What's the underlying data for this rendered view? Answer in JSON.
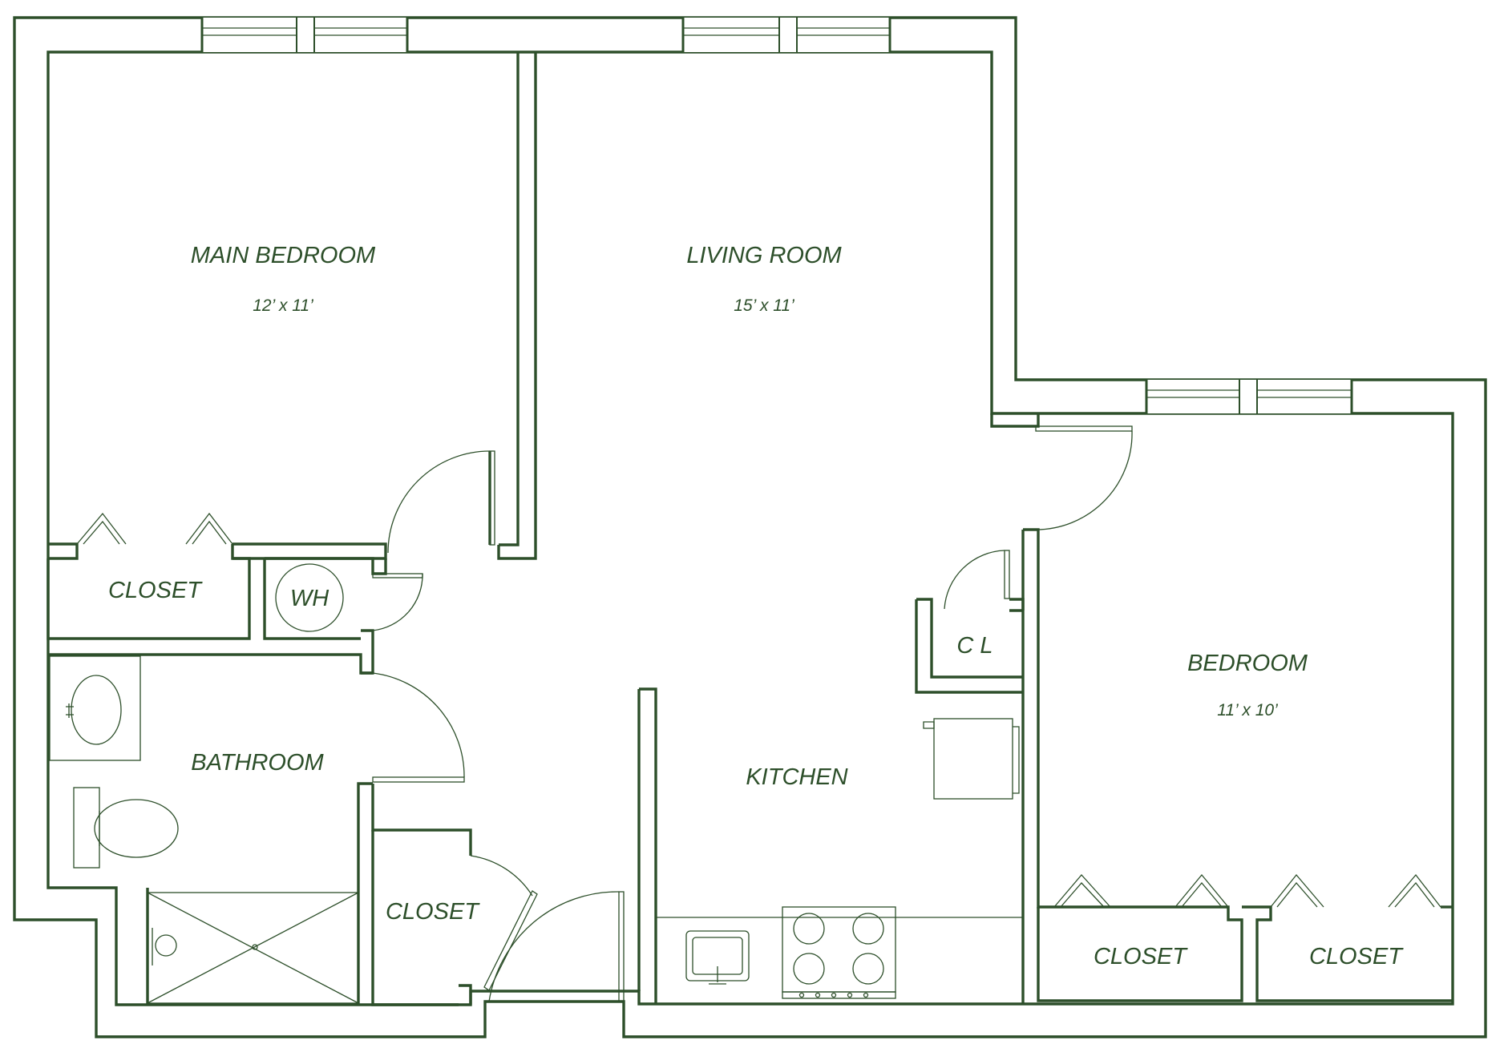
{
  "colors": {
    "wall": "#2d4f2a",
    "text": "#2d4f2a",
    "background": "#ffffff"
  },
  "rooms": {
    "main_bedroom": {
      "name": "MAIN BEDROOM",
      "size": "12’ x 11’"
    },
    "living_room": {
      "name": "LIVING ROOM",
      "size": "15’ x 11’"
    },
    "bedroom": {
      "name": "BEDROOM",
      "size": "11’ x 10’"
    },
    "kitchen": {
      "name": "KITCHEN"
    },
    "bathroom": {
      "name": "BATHROOM"
    },
    "water_heater": {
      "name": "WH"
    },
    "linen_closet": {
      "name": "C L"
    },
    "closet_main": {
      "name": "CLOSET"
    },
    "closet_hall": {
      "name": "CLOSET"
    },
    "closet_bed_left": {
      "name": "CLOSET"
    },
    "closet_bed_right": {
      "name": "CLOSET"
    }
  }
}
